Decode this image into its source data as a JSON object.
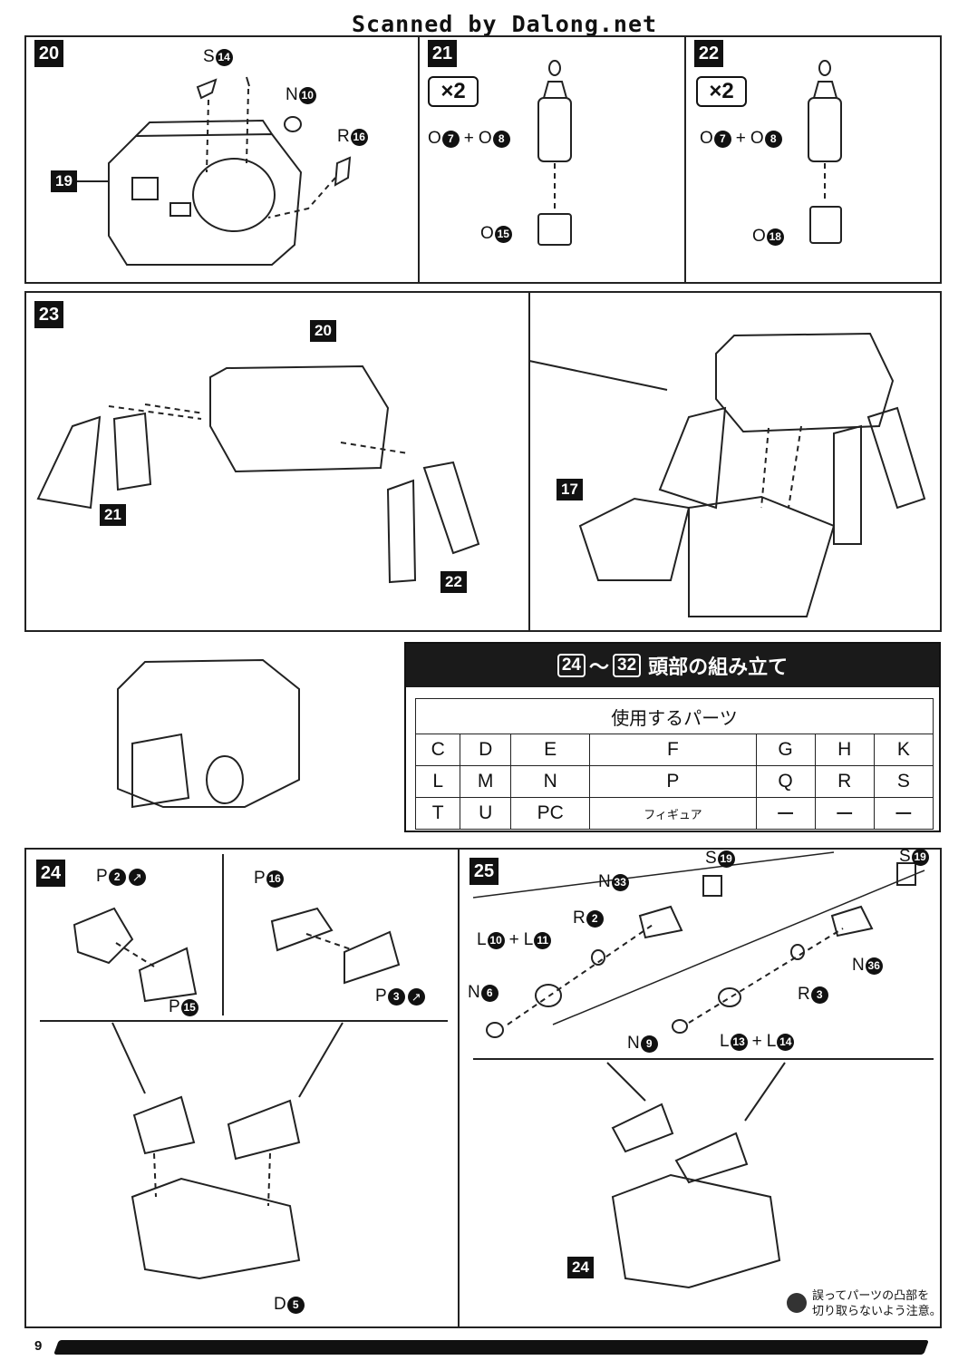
{
  "header": {
    "scan_credit": "Scanned by Dalong.net"
  },
  "steps": {
    "s20": {
      "number": "20",
      "labels": {
        "s14": {
          "letter": "S",
          "num": "14"
        },
        "n10": {
          "letter": "N",
          "num": "10"
        },
        "r16": {
          "letter": "R",
          "num": "16"
        }
      },
      "callout": "19"
    },
    "s21": {
      "number": "21",
      "multiplier": "×2",
      "labels": {
        "o7": {
          "letter": "O",
          "num": "7"
        },
        "o8": {
          "letter": "O",
          "num": "8"
        },
        "o15": {
          "letter": "O",
          "num": "15"
        }
      }
    },
    "s22": {
      "number": "22",
      "multiplier": "×2",
      "labels": {
        "o7": {
          "letter": "O",
          "num": "7"
        },
        "o8": {
          "letter": "O",
          "num": "8"
        },
        "o18": {
          "letter": "O",
          "num": "18"
        }
      }
    },
    "s23": {
      "number": "23",
      "callouts": {
        "c20": "20",
        "c21": "21",
        "c22": "22",
        "c17": "17"
      }
    },
    "s24": {
      "number": "24",
      "labels": {
        "p2": {
          "letter": "P",
          "num": "2"
        },
        "p15": {
          "letter": "P",
          "num": "15"
        },
        "p16": {
          "letter": "P",
          "num": "16"
        },
        "p3": {
          "letter": "P",
          "num": "3"
        },
        "d5": {
          "letter": "D",
          "num": "5"
        }
      }
    },
    "s25": {
      "number": "25",
      "labels": {
        "s19a": {
          "letter": "S",
          "num": "19"
        },
        "s19b": {
          "letter": "S",
          "num": "19"
        },
        "n33": {
          "letter": "N",
          "num": "33"
        },
        "r2": {
          "letter": "R",
          "num": "2"
        },
        "l10": {
          "letter": "L",
          "num": "10"
        },
        "l11": {
          "letter": "L",
          "num": "11"
        },
        "n6": {
          "letter": "N",
          "num": "6"
        },
        "r3": {
          "letter": "R",
          "num": "3"
        },
        "n36": {
          "letter": "N",
          "num": "36"
        },
        "n9": {
          "letter": "N",
          "num": "9"
        },
        "l13": {
          "letter": "L",
          "num": "13"
        },
        "l14": {
          "letter": "L",
          "num": "14"
        }
      },
      "callout": "24"
    }
  },
  "parts_section": {
    "range_start": "24",
    "range_sep": "～",
    "range_end": "32",
    "title": "頭部の組み立て",
    "table_header": "使用するパーツ",
    "rows": [
      [
        "C",
        "D",
        "E",
        "F",
        "G",
        "H",
        "K"
      ],
      [
        "L",
        "M",
        "N",
        "P",
        "Q",
        "R",
        "S"
      ],
      [
        "T",
        "U",
        "PC",
        "フィギュア",
        "ー",
        "ー",
        "ー"
      ]
    ]
  },
  "note": {
    "line1": "誤ってパーツの凸部を",
    "line2": "切り取らないよう注意。"
  },
  "page_number": "9",
  "plus": "+"
}
